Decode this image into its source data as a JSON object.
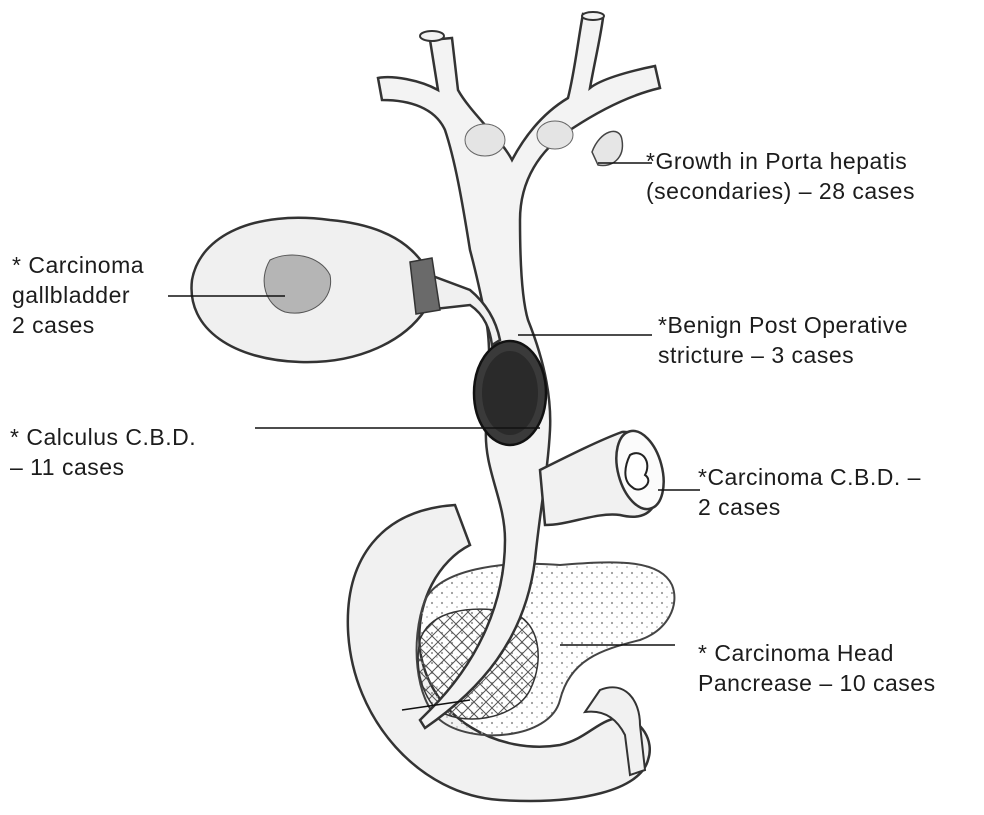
{
  "diagram": {
    "labels": [
      {
        "id": "porta",
        "lines": [
          "*Growth in Porta hepatis",
          "(secondaries) – 28 cases"
        ]
      },
      {
        "id": "gallbladder",
        "lines": [
          "* Carcinoma",
          "gallbladder",
          "2 cases"
        ]
      },
      {
        "id": "stricture",
        "lines": [
          "*Benign Post Operative",
          "stricture – 3 cases"
        ]
      },
      {
        "id": "calculus",
        "lines": [
          "* Calculus C.B.D.",
          "– 11 cases"
        ]
      },
      {
        "id": "cbd",
        "lines": [
          "*Carcinoma C.B.D. –",
          "2 cases"
        ]
      },
      {
        "id": "pancreas",
        "lines": [
          "* Carcinoma Head",
          "Pancrease – 10 cases"
        ]
      }
    ]
  }
}
